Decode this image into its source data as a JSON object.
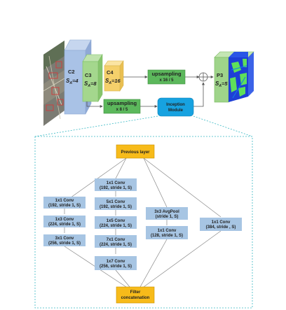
{
  "colors": {
    "c2": "#a9c2e6",
    "c3": "#a4d78d",
    "c4": "#f5d06b",
    "upsample": "#5cb85c",
    "inception": "#17a2e0",
    "p3": "#9fd48a",
    "conv": "#a7c5e3",
    "prev": "#f7bb1a",
    "dash": "#37b8c4",
    "line": "#777777"
  },
  "top": {
    "c2": {
      "name": "C2",
      "scale_sym": "S",
      "scale_sub": "A",
      "scale_val": "=4"
    },
    "c3": {
      "name": "C3",
      "scale_sym": "S",
      "scale_sub": "A",
      "scale_val": "=8"
    },
    "c4": {
      "name": "C4",
      "scale_sym": "S",
      "scale_sub": "A",
      "scale_val": "=16"
    },
    "p3": {
      "name": "P3",
      "scale_sym": "S",
      "scale_sub": "A",
      "scale_val": "=5"
    },
    "upsample_top": {
      "title": "upsampling",
      "sub": "x 16 / 5"
    },
    "upsample_bottom": {
      "title": "upsampling",
      "sub": "x 8 / 5"
    },
    "inception": {
      "line1": "Inception",
      "line2": "Module"
    }
  },
  "inception_detail": {
    "previous_layer": "Previous layer",
    "filter_concat": {
      "line1": "Filter",
      "line2": "concatenation"
    },
    "branch1": [
      {
        "title": "1x1 Conv",
        "sub": "(192, stride 1, S)"
      },
      {
        "title": "1x3 Conv",
        "sub": "(224, stride 1, S)"
      },
      {
        "title": "3x1 Conv",
        "sub": "(256, stride 1, S)"
      }
    ],
    "branch2": [
      {
        "title": "1x1 Conv",
        "sub": "(192, stride 1, S)"
      },
      {
        "title": "5x1 Conv",
        "sub": "(192, stride 1, S)"
      },
      {
        "title": "1x5 Conv",
        "sub": "(224, stride 1, S)"
      },
      {
        "title": "7x1 Conv",
        "sub": "(224, stride 1, S)"
      },
      {
        "title": "1x7 Conv",
        "sub": "(256, stride 1, S)"
      }
    ],
    "branch3": [
      {
        "title": "3x3 AvgPool",
        "sub": "(stride 1, S)"
      },
      {
        "title": "1x1 Conv",
        "sub": "(128, stride 1, S)"
      }
    ],
    "branch4": [
      {
        "title": "1x1 Conv",
        "sub": "(384, stride , S)"
      }
    ]
  }
}
